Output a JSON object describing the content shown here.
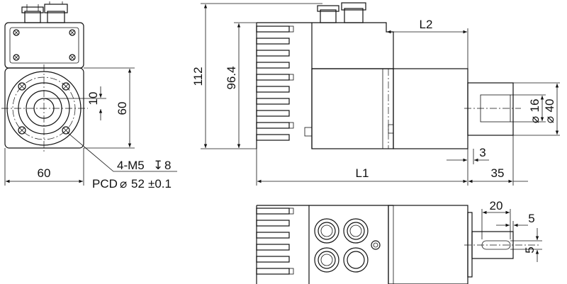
{
  "dimensions": {
    "front_width": "60",
    "front_height": "60",
    "shaft_center_offset": "10",
    "bolt_spec": "4-M5",
    "bolt_depth": "8",
    "depth_symbol": "↧",
    "pcd_label": "PCD",
    "pcd_value": "52",
    "pcd_tolerance": "±0.1",
    "diameter_symbol": "⌀",
    "total_height": "112",
    "body_height": "96.4",
    "l1": "L1",
    "l2": "L2",
    "shaft_length": "35",
    "flange_offset": "3",
    "shaft_dia": "16",
    "pilot_dia": "40",
    "key_length": "20",
    "key_offset": "5",
    "key_width": "5"
  }
}
